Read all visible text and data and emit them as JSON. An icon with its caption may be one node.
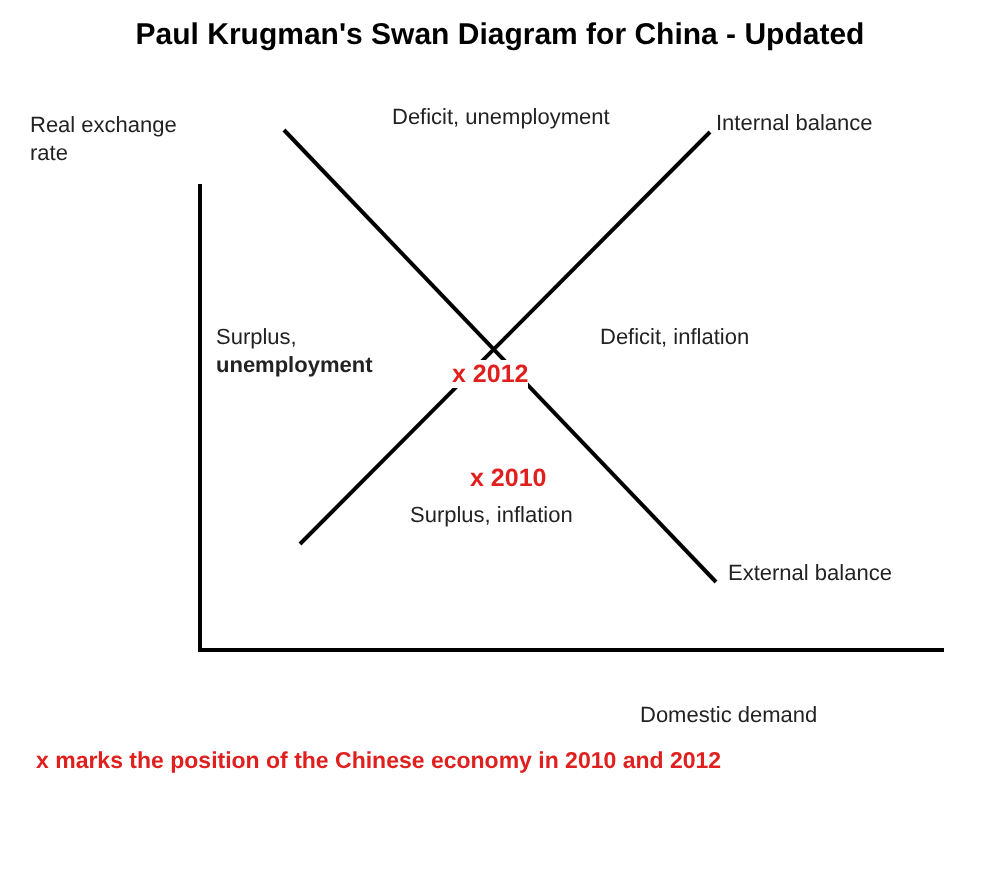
{
  "diagram": {
    "title": "Paul Krugman's Swan Diagram for China - Updated",
    "caption": "x marks the position of the Chinese economy in 2010 and 2012",
    "labels": [
      "Real exchange rate",
      "Deficit, unemployment",
      "Internal balance",
      "Surplus, **unemployment**",
      "x 2012",
      "Deficit, inflation",
      "x 2010",
      "Surplus, inflation",
      "External balance",
      "Domestic demand"
    ]
  }
}
